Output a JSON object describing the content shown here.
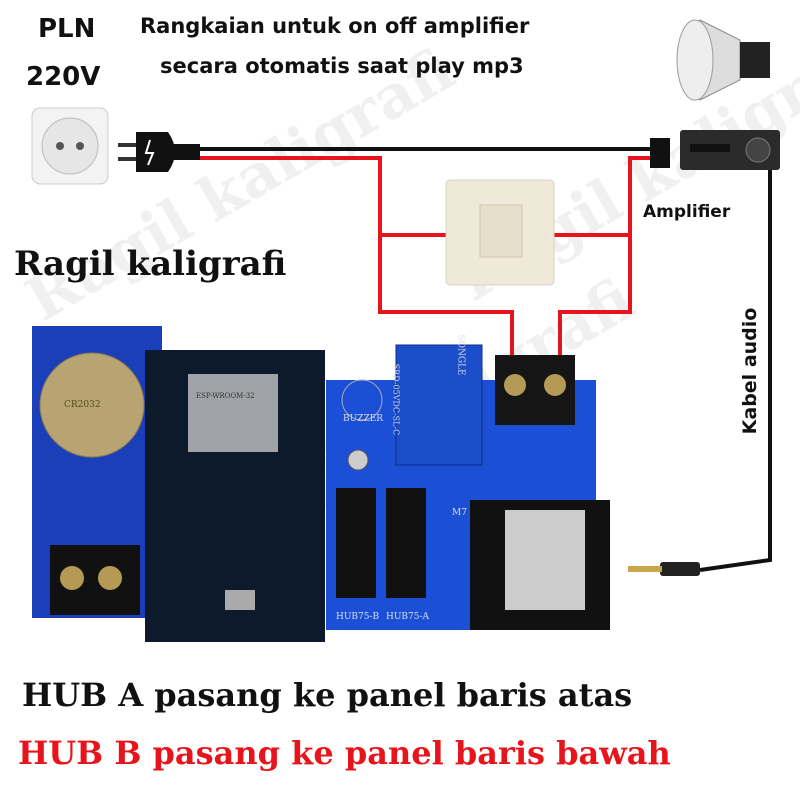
{
  "header": {
    "title_line1": "Rangkaian untuk on off amplifier",
    "title_line2": "secara otomatis saat play mp3",
    "pln": "PLN",
    "voltage": "220V"
  },
  "brand": "Ragil kaligrafi",
  "labels": {
    "amplifier": "Amplifier",
    "audio_cable": "Kabel audio"
  },
  "board": {
    "buzzer": "BUZZER",
    "hub_b": "HUB75-B",
    "hub_a": "HUB75-A",
    "m7": "M7",
    "relay_brand": "SONGLE",
    "relay_model": "SRD-05VDC-SL-C",
    "battery": "CR2032",
    "esp": "ESP-WROOM-32"
  },
  "footer": {
    "hub_a_note": "HUB A pasang ke panel baris atas",
    "hub_b_note": "HUB B pasang ke panel baris bawah"
  },
  "colors": {
    "wire_red": "#e8141b",
    "wire_black": "#111111",
    "pcb": "#1b3fb8",
    "hub_b_text": "#e8141b"
  }
}
